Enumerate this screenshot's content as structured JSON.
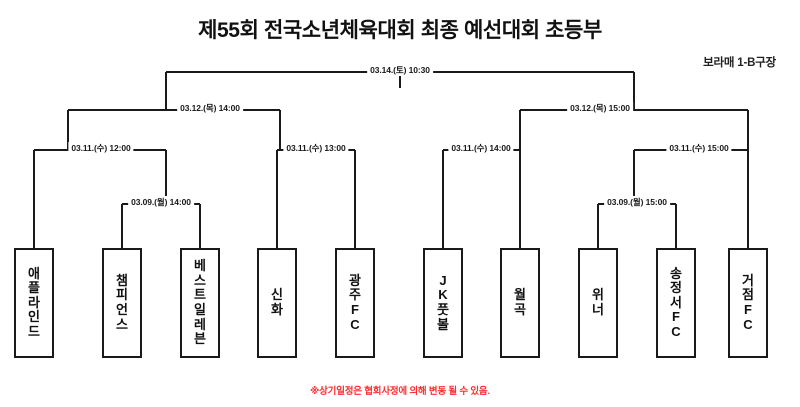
{
  "header": {
    "title": "제55회 전국소년체육대회 최종 예선대회 초등부",
    "venue": "보라매 1-B구장"
  },
  "footnote": {
    "text": "※상기일정은 협회사정에 의해 변동 될 수 있음.",
    "color": "#ff2d2d"
  },
  "bracket": {
    "matches": [
      {
        "id": "final",
        "label": "03.14.(토) 10:30"
      },
      {
        "id": "semi-left",
        "label": "03.12.(목) 14:00"
      },
      {
        "id": "semi-right",
        "label": "03.12.(목) 15:00"
      },
      {
        "id": "quarter-1",
        "label": "03.11.(수) 12:00"
      },
      {
        "id": "quarter-2",
        "label": "03.11.(수) 13:00"
      },
      {
        "id": "quarter-3",
        "label": "03.11.(수) 14:00"
      },
      {
        "id": "quarter-4",
        "label": "03.11.(수) 15:00"
      },
      {
        "id": "round1-left",
        "label": "03.09.(월) 14:00"
      },
      {
        "id": "round1-right",
        "label": "03.09.(월) 15:00"
      }
    ],
    "teams": [
      {
        "id": "team-1",
        "name": "애플라인드"
      },
      {
        "id": "team-2",
        "name": "챔피언스"
      },
      {
        "id": "team-3",
        "name": "베스트일레븐"
      },
      {
        "id": "team-4",
        "name": "신화"
      },
      {
        "id": "team-5",
        "name": "광주FC"
      },
      {
        "id": "team-6",
        "name": "JK풋볼"
      },
      {
        "id": "team-7",
        "name": "월곡"
      },
      {
        "id": "team-8",
        "name": "위너"
      },
      {
        "id": "team-9",
        "name": "송정서FC"
      },
      {
        "id": "team-10",
        "name": "거점FC"
      }
    ]
  }
}
